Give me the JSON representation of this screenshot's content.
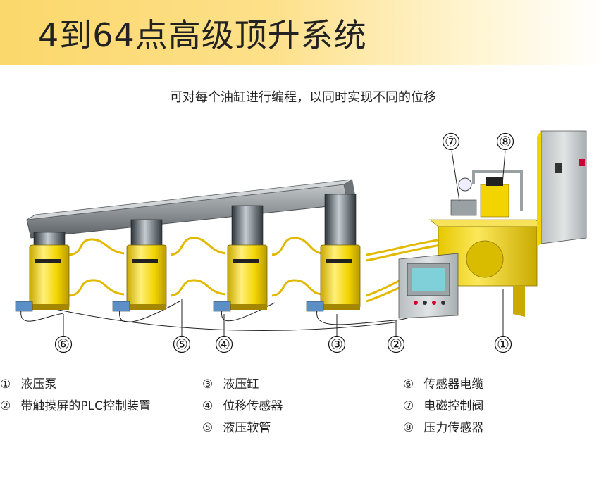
{
  "title": "4到64点高级顶升系统",
  "subtitle": "可对每个油缸进行编程，以同时实现不同的位移",
  "callouts": [
    "①",
    "②",
    "③",
    "④",
    "⑤",
    "⑥",
    "⑦",
    "⑧"
  ],
  "legend": {
    "col1": [
      {
        "num": "①",
        "label": "液压泵"
      },
      {
        "num": "②",
        "label": "带触摸屏的PLC控制装置"
      }
    ],
    "col2": [
      {
        "num": "③",
        "label": "液压缸"
      },
      {
        "num": "④",
        "label": "位移传感器"
      },
      {
        "num": "⑤",
        "label": "液压软管"
      }
    ],
    "col3": [
      {
        "num": "⑥",
        "label": "传感器电缆"
      },
      {
        "num": "⑦",
        "label": "电磁控制阀"
      },
      {
        "num": "⑧",
        "label": "压力传感器"
      }
    ]
  },
  "colors": {
    "cylinder": "#f2d400",
    "hose": "#e0b800",
    "beam": "#8e9497",
    "cabinet": "#d8dcdc",
    "panel": "#a9b0b3"
  }
}
